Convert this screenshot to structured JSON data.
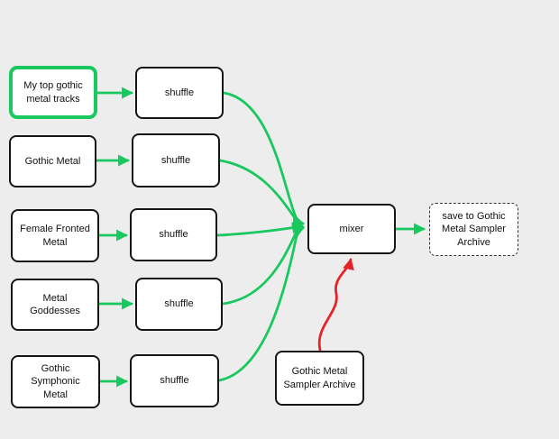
{
  "diagram": {
    "background": "#ededed",
    "colors": {
      "flow": "#19c85f",
      "feedback": "#e62328",
      "node_border": "#161616",
      "node_bg": "#ffffff",
      "text": "#111111"
    },
    "nodes": {
      "source1": {
        "label": "My top gothic metal tracks",
        "type": "playlist-source",
        "selected": true
      },
      "source2": {
        "label": "Gothic Metal",
        "type": "playlist-source",
        "selected": false
      },
      "source3": {
        "label": "Female Fronted Metal",
        "type": "playlist-source",
        "selected": false
      },
      "source4": {
        "label": "Metal Goddesses",
        "type": "playlist-source",
        "selected": false
      },
      "source5": {
        "label": "Gothic Symphonic Metal",
        "type": "playlist-source",
        "selected": false
      },
      "shuffle1": {
        "label": "shuffle",
        "type": "filter",
        "selected": false
      },
      "shuffle2": {
        "label": "shuffle",
        "type": "filter",
        "selected": false
      },
      "shuffle3": {
        "label": "shuffle",
        "type": "filter",
        "selected": false
      },
      "shuffle4": {
        "label": "shuffle",
        "type": "filter",
        "selected": false
      },
      "shuffle5": {
        "label": "shuffle",
        "type": "filter",
        "selected": false
      },
      "mixer": {
        "label": "mixer",
        "type": "combiner",
        "selected": false
      },
      "save": {
        "label": "save to Gothic Metal Sampler Archive",
        "type": "output",
        "selected": false
      },
      "archive": {
        "label": "Gothic Metal Sampler Archive",
        "type": "playlist-source",
        "selected": false
      }
    },
    "edges": [
      {
        "from": "source1",
        "to": "shuffle1",
        "color": "green"
      },
      {
        "from": "source2",
        "to": "shuffle2",
        "color": "green"
      },
      {
        "from": "source3",
        "to": "shuffle3",
        "color": "green"
      },
      {
        "from": "source4",
        "to": "shuffle4",
        "color": "green"
      },
      {
        "from": "source5",
        "to": "shuffle5",
        "color": "green"
      },
      {
        "from": "shuffle1",
        "to": "mixer",
        "color": "green"
      },
      {
        "from": "shuffle2",
        "to": "mixer",
        "color": "green"
      },
      {
        "from": "shuffle3",
        "to": "mixer",
        "color": "green"
      },
      {
        "from": "shuffle4",
        "to": "mixer",
        "color": "green"
      },
      {
        "from": "shuffle5",
        "to": "mixer",
        "color": "green"
      },
      {
        "from": "mixer",
        "to": "save",
        "color": "green"
      },
      {
        "from": "archive",
        "to": "mixer",
        "color": "red"
      }
    ]
  }
}
